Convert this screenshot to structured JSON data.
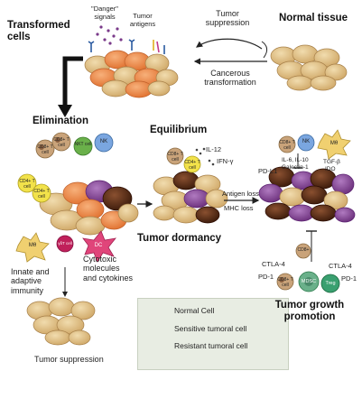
{
  "titles": {
    "transformed_cells": "Transformed cells",
    "normal_tissue": "Normal tissue",
    "elimination": "Elimination",
    "equilibrium": "Equilibrium",
    "tumor_dormancy": "Tumor dormancy",
    "tumor_growth_promotion": "Tumor growth promotion"
  },
  "labels": {
    "danger_signals": "\"Danger\" signals",
    "tumor_antigens": "Tumor antigens",
    "tumor_suppression_top": "Tumor suppression",
    "cancerous_transformation": "Cancerous transformation",
    "innate_adaptive": "Innate and adaptive immunity",
    "cytotoxic": "Cytotoxic molecules and cytokines",
    "tumor_suppression_bottom": "Tumor suppression",
    "il12": "IL-12",
    "ifn": "IFN-γ",
    "antigen_loss": "Antigen loss",
    "mhc_loss": "MHC loss",
    "pdl1": "PD-L1",
    "il6": "IL-6, IL-10",
    "galectin": "Galectin-1",
    "tgf": "TGF-β",
    "ido": "IDO",
    "ctla4_left": "CTLA-4",
    "pd1_left": "PD-1",
    "ctla4_right": "CTLA-4",
    "pd1_right": "PD-1"
  },
  "cells": {
    "cd8": "CD8+ T cell",
    "cd8_short": "CD8+",
    "cd4": "CD4+ T cell",
    "nkt": "NKT cell",
    "nk": "NK",
    "mo": "Mθ",
    "gdt": "γδT cell",
    "dc": "DC",
    "mdsc": "MDSC",
    "treg": "Treg"
  },
  "legend": {
    "normal": "Normal Cell",
    "sensitive": "Sensitive tumoral cell",
    "resistant": "Resistant tumoral cell"
  },
  "colors": {
    "normal_cell": "#e0c48a",
    "normal_nucleus": "#a8814a",
    "sensitive_cell": "#f08a4a",
    "resistant_dark": "#5a2e1a",
    "resistant_purple": "#8a4a9a",
    "cd8": "#c9a37a",
    "cd4": "#f2e24a",
    "nk": "#7aa6e0",
    "nkt": "#6ab04a",
    "dc": "#e0457a",
    "mo": "#f0d070",
    "mdsc": "#6ab08a",
    "treg": "#3aa070"
  }
}
